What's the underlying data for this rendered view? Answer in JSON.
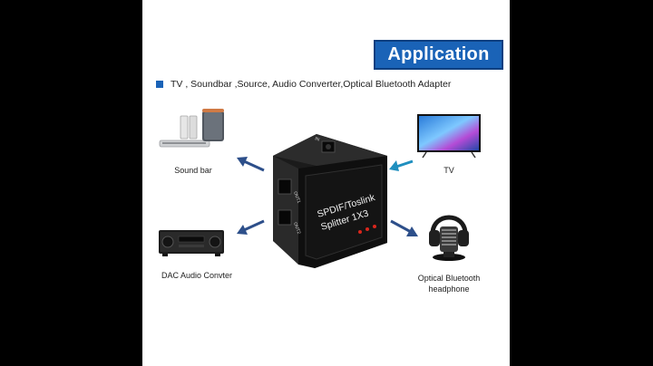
{
  "header": {
    "title": "Application"
  },
  "intro": {
    "bullet_text": "TV , Soundbar ,Source, Audio Converter,Optical Bluetooth Adapter"
  },
  "product": {
    "label_line1": "SPDIF/Toslink",
    "label_line2": "Splitter 1X3",
    "port_labels": [
      "OUT1",
      "OUT2",
      "IN"
    ]
  },
  "devices": {
    "soundbar": {
      "label": "Sound bar",
      "icon": "soundbar-icon"
    },
    "tv": {
      "label": "TV",
      "icon": "tv-icon"
    },
    "dac": {
      "label": "DAC Audio Convter",
      "icon": "receiver-icon"
    },
    "headphone": {
      "label_line1": "Optical Bluetooth",
      "label_line2": "headphone",
      "icon": "headphone-icon"
    }
  },
  "colors": {
    "accent": "#1a63b7",
    "arrow": "#2d4f8a",
    "led": "#d9261c",
    "background_bars": "#000000"
  }
}
